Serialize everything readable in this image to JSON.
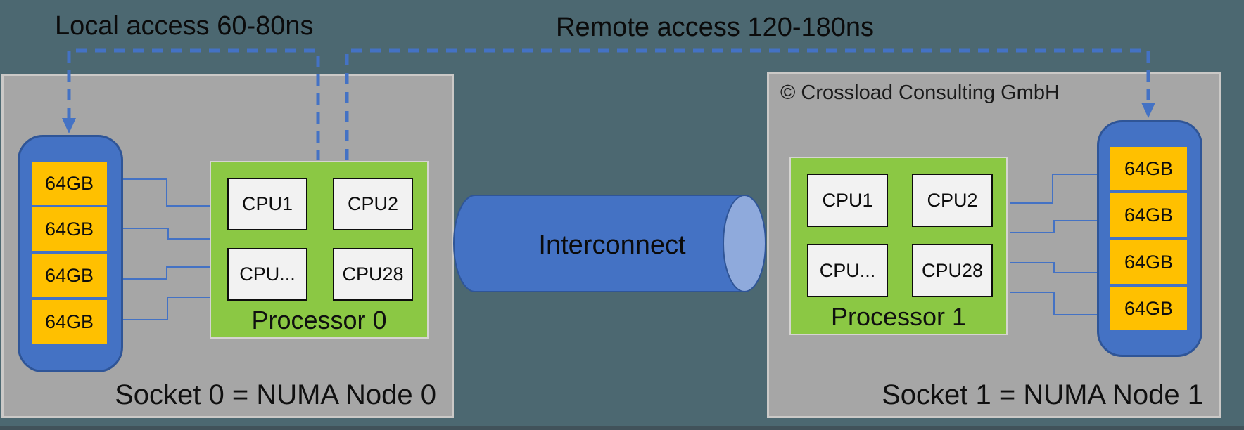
{
  "titles": {
    "local_access": "Local access 60-80ns",
    "remote_access": "Remote access 120-180ns"
  },
  "copyright": "© Crossload Consulting GmbH",
  "interconnect_label": "Interconnect",
  "sockets": [
    {
      "label": "Socket 0 = NUMA Node 0",
      "processor": {
        "label": "Processor 0",
        "cpus": [
          "CPU1",
          "CPU2",
          "CPU...",
          "CPU28"
        ]
      },
      "memory_modules": [
        "64GB",
        "64GB",
        "64GB",
        "64GB"
      ]
    },
    {
      "label": "Socket 1 = NUMA Node 1",
      "processor": {
        "label": "Processor 1",
        "cpus": [
          "CPU1",
          "CPU2",
          "CPU...",
          "CPU28"
        ]
      },
      "memory_modules": [
        "64GB",
        "64GB",
        "64GB",
        "64GB"
      ]
    }
  ],
  "colors": {
    "background": "#4C6871",
    "bottom_strip": "#41525A",
    "panel": "#A6A6A6",
    "panel_border": "#CBC9C7",
    "processor_green": "#8BC844",
    "memory_blue": "#4472C4",
    "dark_blue": "#2F5597",
    "memory_orange": "#FFC000",
    "cpu_fill": "#F2F2F2",
    "cylinder_face": "#8FAADC",
    "connector_blue": "#4472C4"
  }
}
